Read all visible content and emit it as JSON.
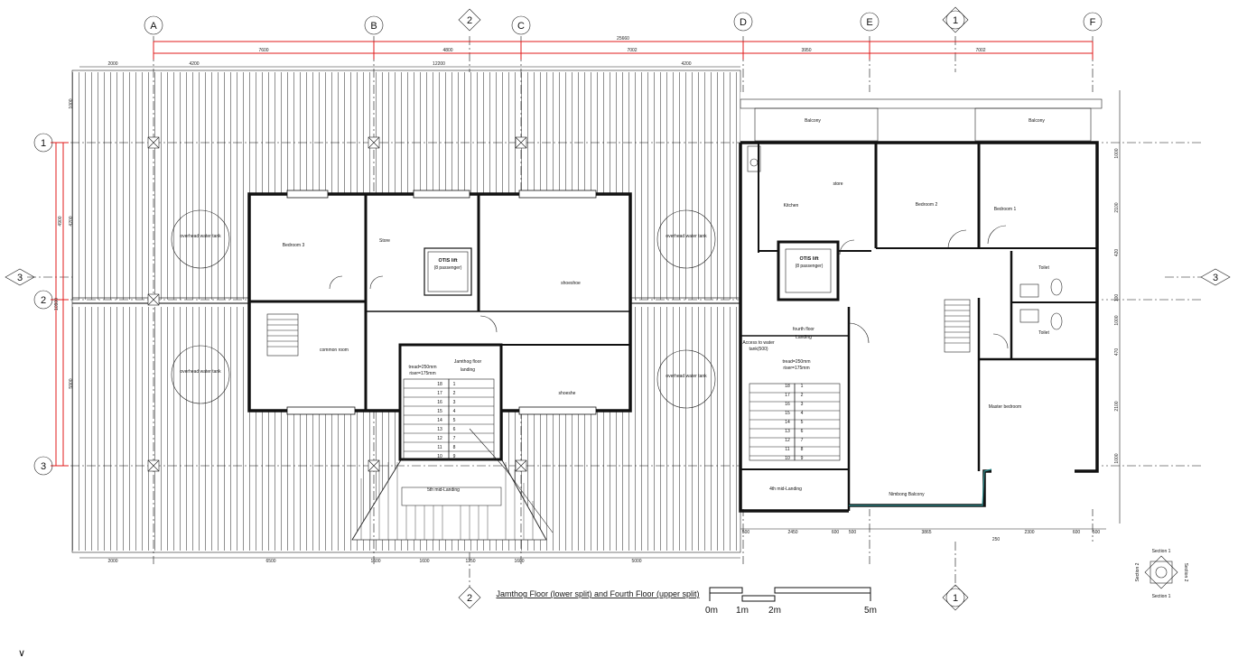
{
  "grid_columns": [
    "A",
    "B",
    "C",
    "D",
    "E",
    "F"
  ],
  "grid_rows": [
    "1",
    "2",
    "3"
  ],
  "section_markers": {
    "left": "3",
    "right": "3",
    "top_left": "2",
    "top_right": "1",
    "bottom_left": "2",
    "bottom_right": "1"
  },
  "dims": {
    "overall": "25660",
    "top": [
      "7600",
      "4800",
      "7002",
      "3950",
      "7002"
    ],
    "top2": [
      "2000",
      "4200",
      "12200",
      "4200"
    ],
    "bottom": [
      "2000",
      "6500",
      "1600",
      "1600",
      "1250",
      "1600",
      "5000"
    ],
    "right_side": [
      "1000",
      "2100",
      "420",
      "100",
      "1000",
      "470",
      "2100",
      "1000"
    ],
    "left_side": [
      "4900",
      "1000",
      "10900",
      "4200",
      "5900"
    ],
    "bottom_right": [
      "500",
      "2450",
      "600",
      "500",
      "3865",
      "250",
      "2300",
      "600",
      "500"
    ]
  },
  "rooms": {
    "tank_tl": "overhead water tank",
    "tank_tr": "overhead water tank",
    "tank_bl": "overhead water tank",
    "tank_br": "overhead water tank",
    "bedroom3": "Bedroom 3",
    "store_left": "Store",
    "common_room": "common room",
    "shoeshoe": "shoeshoe",
    "shoeshe2": "shoeshe",
    "lift_left": "OTIS lift",
    "lift_left_sub": "(8 passenger)",
    "lift_right": "OTIS lift",
    "lift_right_sub": "(8 passenger)",
    "jamthog_landing": "Jamthog floor",
    "jamthog_landing2": "landing",
    "tread_left": "tread=250mm",
    "riser_left": "riser=175mm",
    "mid_landing_left": "5th mid-Landing",
    "balcony_left": "Balcony",
    "balcony_right": "Balcony",
    "kitchen": "Kitchen",
    "store_right": "store",
    "bedroom2": "Bedroom 2",
    "bedroom1": "Bedroom 1",
    "toilet1": "Toilet",
    "toilet2": "Toilet",
    "fourth_landing": "fourth floor",
    "fourth_landing2": "Landing",
    "access_water": "Access to water",
    "tank_text": "tank(500)",
    "tread_right": "tread=250mm",
    "riser_right": "riser=175mm",
    "mid_landing_right": "4th mid-Landing",
    "master_bed": "Master bedroom",
    "nimbong_balcony": "Nimbong Balcony"
  },
  "stair_left_numbers": [
    "18",
    "17",
    "16",
    "15",
    "14",
    "13",
    "12",
    "11",
    "10"
  ],
  "stair_left_numbers2": [
    "1",
    "2",
    "3",
    "4",
    "5",
    "6",
    "7",
    "8",
    "9"
  ],
  "stair_right_numbers": [
    "18",
    "17",
    "16",
    "15",
    "14",
    "13",
    "12",
    "11",
    "10"
  ],
  "stair_right_numbers2": [
    "1",
    "2",
    "3",
    "4",
    "5",
    "6",
    "7",
    "8",
    "9"
  ],
  "title": "Jamthog Floor (lower split) and Fourth Floor (upper split)",
  "scale": {
    "s0": "0m",
    "s1": "1m",
    "s2": "2m",
    "s5": "5m"
  },
  "compass": {
    "n": "Section 1",
    "s": "Section 1",
    "e": "Section 2",
    "w": "Section 2"
  },
  "bottom_mark": "∨"
}
